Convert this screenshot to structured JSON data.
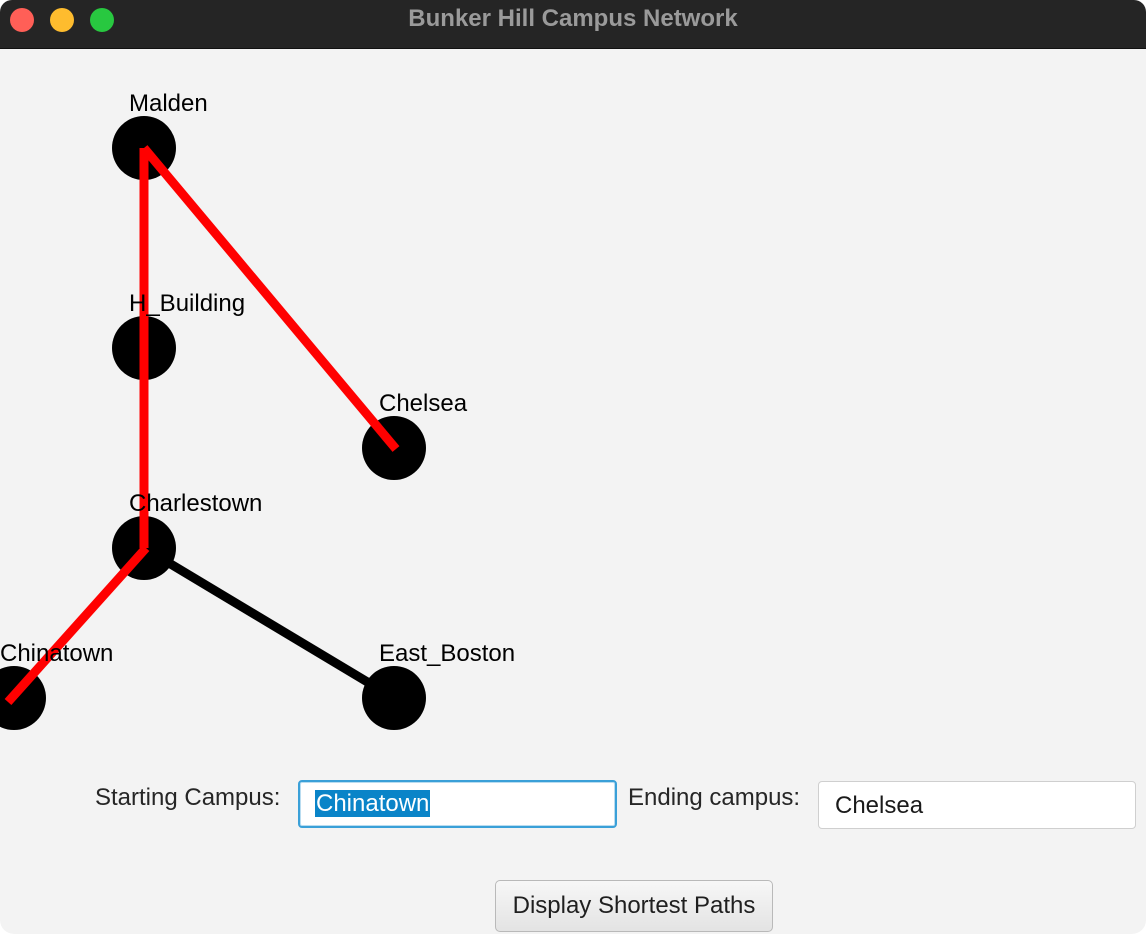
{
  "window": {
    "title": "Bunker Hill Campus Network"
  },
  "graph": {
    "nodes": [
      {
        "id": "malden",
        "label": "Malden"
      },
      {
        "id": "h-building",
        "label": "H_Building"
      },
      {
        "id": "chelsea",
        "label": "Chelsea"
      },
      {
        "id": "charlestown",
        "label": "Charlestown"
      },
      {
        "id": "chinatown",
        "label": "Chinatown"
      },
      {
        "id": "east-boston",
        "label": "East_Boston"
      }
    ],
    "edges": [
      {
        "from": "Malden",
        "to": "Chelsea",
        "highlighted": true
      },
      {
        "from": "Malden",
        "to": "Charlestown",
        "highlighted": true
      },
      {
        "from": "Charlestown",
        "to": "Chinatown",
        "highlighted": true
      },
      {
        "from": "Charlestown",
        "to": "East_Boston",
        "highlighted": false
      }
    ],
    "colors": {
      "node": "#000000",
      "edge": "#000000",
      "highlighted_edge": "#ff0000"
    }
  },
  "form": {
    "starting_label": "Starting Campus:",
    "starting_value": "Chinatown",
    "ending_label": "Ending campus:",
    "ending_value": "Chelsea",
    "button_label": "Display Shortest Paths"
  }
}
